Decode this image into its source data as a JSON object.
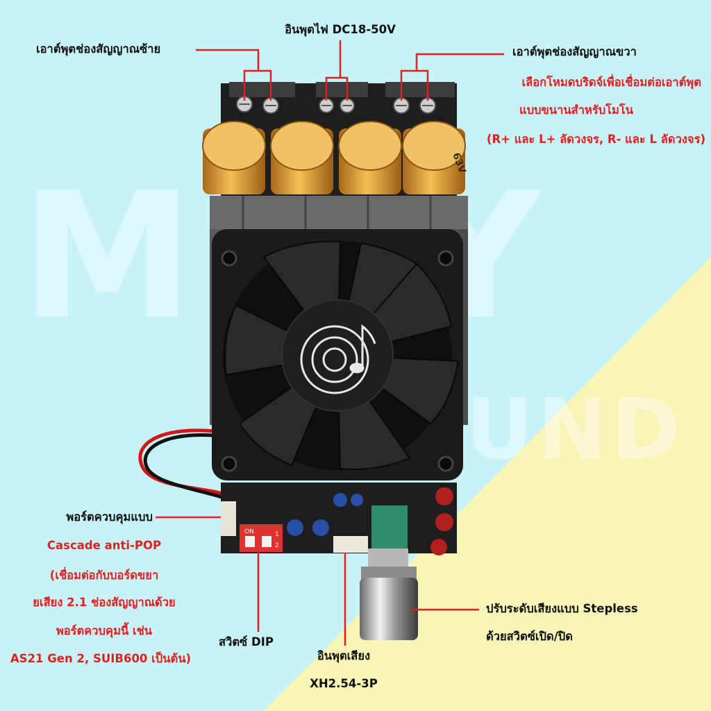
{
  "watermark": {
    "line1": "MDIY",
    "line2": "SOUND"
  },
  "labels": {
    "left_output": "เอาต์พุตช่องสัญญาณซ้าย",
    "power_input": "อินพุตไฟ DC18-50V",
    "right_output": "เอาต์พุตช่องสัญญาณขวา",
    "bridge_line1": "เลือกโหมดบริดจ์เพื่อเชื่อมต่อเอาต์พุต",
    "bridge_line2": "แบบขนานสำหรับโมโน",
    "bridge_line3": "(R+ และ L+ ลัดวงจร, R- และ L ลัดวงจร)",
    "control_port": "พอร์ตควบคุมแบบ",
    "cascade": "Cascade anti-POP",
    "cascade_note1": "(เชื่อมต่อกับบอร์ดขยา",
    "cascade_note2": "ยเสียง 2.1 ช่องสัญญาณด้วย",
    "cascade_note3": "พอร์ตควบคุมนี้ เช่น",
    "cascade_note4": "AS21 Gen 2, SUIB600 เป็นต้น)",
    "dip_switch": "สวิตซ์ DIP",
    "audio_input": "อินพุตเสียง",
    "audio_connector": "XH2.54-3P",
    "volume_line1": "ปรับระดับเสียงแบบ Stepless",
    "volume_line2": "ด้วยสวิตซ์เปิด/ปิด"
  },
  "board_marks": {
    "capacitor_text": "63V",
    "dip_on": "ON",
    "dip_1": "1",
    "dip_2": "2"
  },
  "colors": {
    "bg_cyan": "#c7f2f8",
    "bg_yellow": "#f8f6b6",
    "callout_red": "#e02020",
    "pcb": "#1e1e1e",
    "capacitor_gold": "#e6a332",
    "fan_black": "#1b1b1b"
  },
  "icons": {
    "fan_logo": "music-note-disc-icon"
  }
}
